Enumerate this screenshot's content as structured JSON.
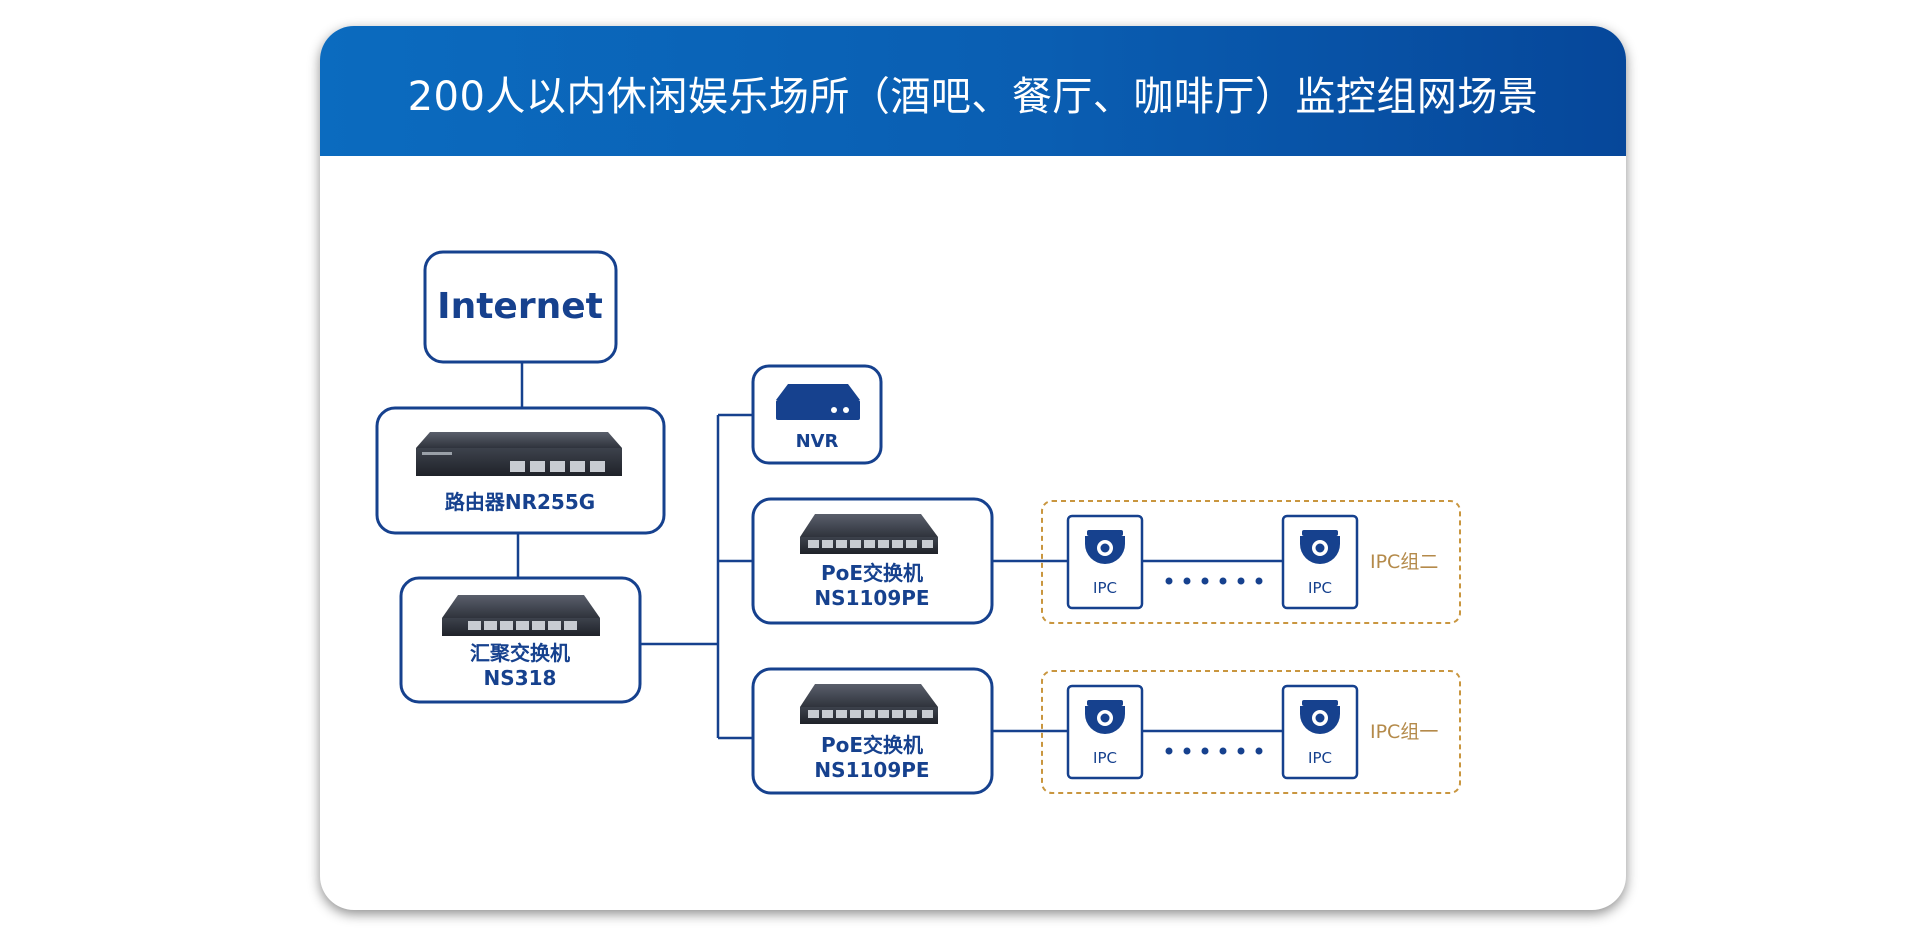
{
  "title": "200人以内休闲娱乐场所（酒吧、餐厅、咖啡厅）监控组网场景",
  "nodes": {
    "internet": {
      "label": "Internet"
    },
    "router": {
      "label": "路由器NR255G"
    },
    "core_switch": {
      "line1": "汇聚交换机",
      "line2": "NS318"
    },
    "nvr": {
      "label": "NVR"
    },
    "poe_top": {
      "line1": "PoE交换机",
      "line2": "NS1109PE"
    },
    "poe_bottom": {
      "line1": "PoE交换机",
      "line2": "NS1109PE"
    }
  },
  "ipc_groups": [
    {
      "name": "IPC组二",
      "camera_label": "IPC"
    },
    {
      "name": "IPC组一",
      "camera_label": "IPC"
    }
  ],
  "colors": {
    "header_start": "#0b6bbf",
    "header_end": "#06479a",
    "line": "#16418e",
    "group_border": "#c9963f",
    "group_text": "#b48a4a"
  },
  "icons": [
    "router-device-icon",
    "switch-device-icon",
    "nvr-device-icon",
    "poe-switch-device-icon",
    "dome-camera-icon"
  ]
}
